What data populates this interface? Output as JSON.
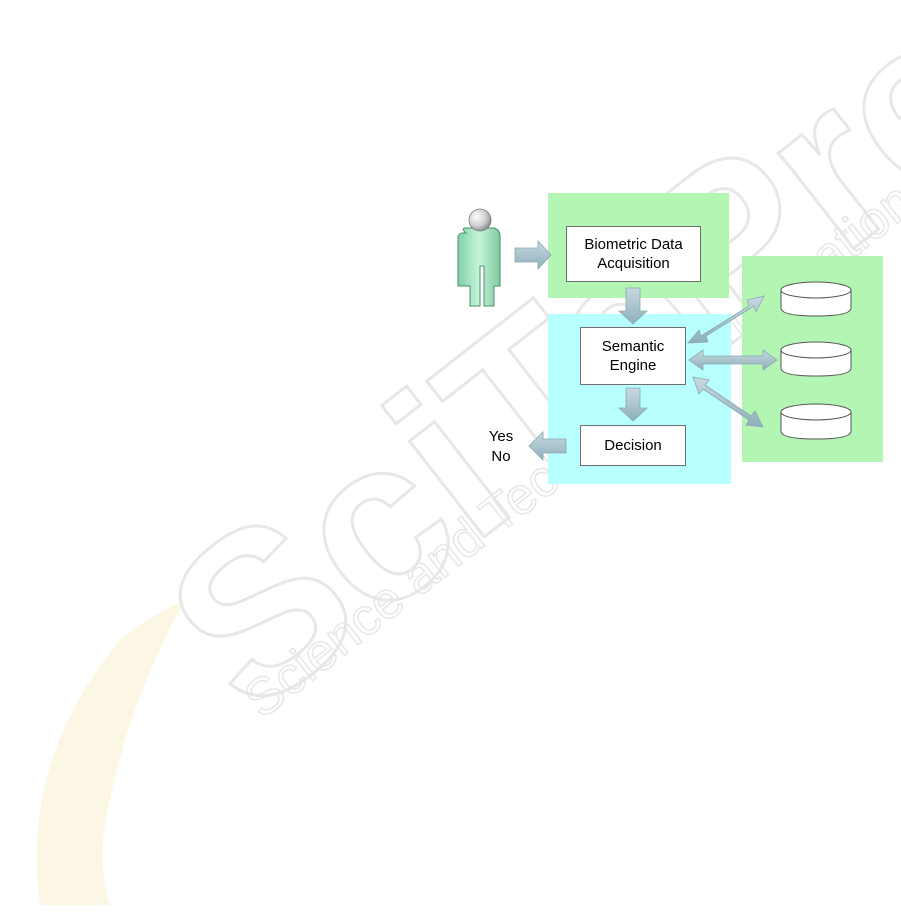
{
  "diagram": {
    "nodes": {
      "acquisition": {
        "label": "Biometric Data\nAcquisition"
      },
      "engine": {
        "label": "Semantic\nEngine"
      },
      "decision": {
        "label": "Decision"
      }
    },
    "outputs": {
      "yes": "Yes",
      "no": "No"
    },
    "watermark": {
      "brand": "SciTePress",
      "tagline": "Science and Technology Publications"
    },
    "colors": {
      "acquisition_region": "#b3f5b3",
      "engine_region": "#b8ffff",
      "database_region": "#b3f5b3",
      "arrow": "#a9c3cc",
      "person": "#a6e8c4"
    },
    "icons": [
      "person-icon",
      "database-icon",
      "database-icon",
      "database-icon"
    ]
  }
}
